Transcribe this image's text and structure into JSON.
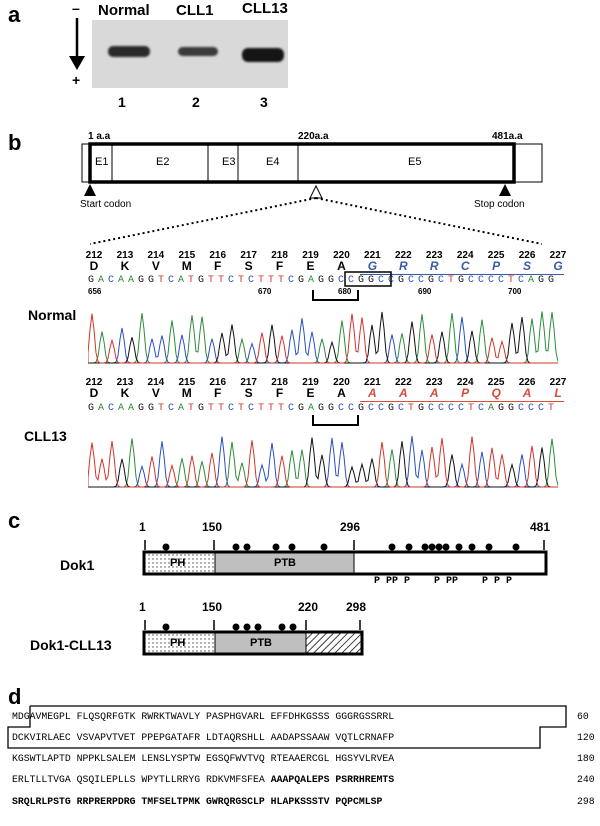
{
  "panel_a": {
    "label": "a",
    "polarity_top": "–",
    "polarity_bottom": "+",
    "lanes": [
      {
        "name": "Normal",
        "number": "1"
      },
      {
        "name": "CLL1",
        "number": "2"
      },
      {
        "name": "CLL13",
        "number": "3"
      }
    ]
  },
  "panel_b": {
    "label": "b",
    "pos_start": "1 a.a",
    "pos_mid": "220a.a",
    "pos_end": "481a.a",
    "exons": [
      "E1",
      "E2",
      "E3",
      "E4",
      "E5"
    ],
    "start_codon": "Start codon",
    "stop_codon": "Stop codon",
    "normal_label": "Normal",
    "cll13_label": "CLL13",
    "normal_codons": [
      {
        "num": "212",
        "aa": "D"
      },
      {
        "num": "213",
        "aa": "K"
      },
      {
        "num": "214",
        "aa": "V"
      },
      {
        "num": "215",
        "aa": "M"
      },
      {
        "num": "216",
        "aa": "F"
      },
      {
        "num": "217",
        "aa": "S"
      },
      {
        "num": "218",
        "aa": "F"
      },
      {
        "num": "219",
        "aa": "E"
      },
      {
        "num": "220",
        "aa": "A"
      },
      {
        "num": "221",
        "aa": "G"
      },
      {
        "num": "222",
        "aa": "R"
      },
      {
        "num": "223",
        "aa": "R"
      },
      {
        "num": "224",
        "aa": "C"
      },
      {
        "num": "225",
        "aa": "P"
      },
      {
        "num": "226",
        "aa": "S"
      },
      {
        "num": "227",
        "aa": "G"
      }
    ],
    "normal_dna": "GACAAGGTCATGTTCTCTTTCGAGGCCGGCCGCCGCTGCCCCTCAGG",
    "normal_dna_positions": [
      "656",
      "670",
      "680",
      "690",
      "700"
    ],
    "cll13_codons": [
      {
        "num": "212",
        "aa": "D"
      },
      {
        "num": "213",
        "aa": "K"
      },
      {
        "num": "214",
        "aa": "V"
      },
      {
        "num": "215",
        "aa": "M"
      },
      {
        "num": "216",
        "aa": "F"
      },
      {
        "num": "217",
        "aa": "S"
      },
      {
        "num": "218",
        "aa": "F"
      },
      {
        "num": "219",
        "aa": "E"
      },
      {
        "num": "220",
        "aa": "A"
      },
      {
        "num": "221",
        "aa": "A"
      },
      {
        "num": "222",
        "aa": "A"
      },
      {
        "num": "223",
        "aa": "A"
      },
      {
        "num": "224",
        "aa": "P"
      },
      {
        "num": "225",
        "aa": "Q"
      },
      {
        "num": "226",
        "aa": "A"
      },
      {
        "num": "227",
        "aa": "L"
      }
    ],
    "cll13_dna": "GACAAGGTCATGTTCTCTTTCGAGGCCGCCGCTGCCCCTCAGGCCCT"
  },
  "panel_c": {
    "label": "c",
    "dok1_name": "Dok1",
    "dok1_ticks": [
      "1",
      "150",
      "296",
      "481"
    ],
    "dok1_domains": [
      "PH",
      "PTB"
    ],
    "prolines": "P PP P    P PP    P P P",
    "mut_name": "Dok1-CLL13",
    "mut_ticks": [
      "1",
      "150",
      "220",
      "298"
    ],
    "mut_domains": [
      "PH",
      "PTB"
    ]
  },
  "panel_d": {
    "label": "d",
    "lines": [
      {
        "text": "MDGAVMEGPL FLQSQRFGTK RWRKTWAVLY PASPHGVARL EFFDHKGSSS GGGRGSSRRL",
        "num": "60"
      },
      {
        "text": "DCKVIRLAEC VSVAPVTVET PPEPGATAFR LDTAQRSHLL AADAPSSAAW VQTLCRNAFP",
        "num": "120"
      },
      {
        "text": "KGSWTLAPTD NPPKLSALEM LENSLYSPTW EGSQFWVTVQ RTEAAERCGL HGSYVLRVEA",
        "num": "180"
      },
      {
        "text": "ERLTLLTVGA QSQILEPLLS WPYTLLRRYG RDKVMFSFEA ",
        "bold": "AAAPQALEPS PSRRHREMTS",
        "num": "240"
      },
      {
        "text": "",
        "bold": "SRQLRLPSTG RRPRERPDRG TMFSELTPMK GWRQRGSCLP HLAPKSSSTV PQPCMLSP",
        "num": "298"
      }
    ]
  }
}
